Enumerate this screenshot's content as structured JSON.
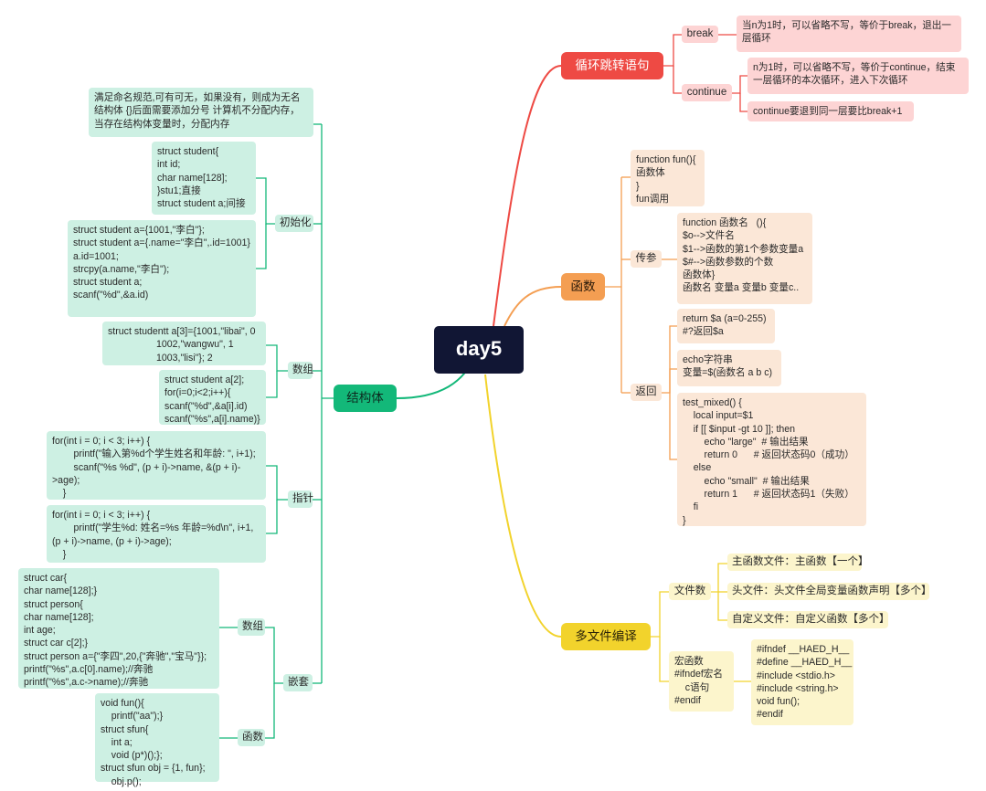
{
  "center": "day5",
  "branches": {
    "struct": {
      "title": "结构体",
      "top_note": "满足命名规范,可有可无，如果没有，则成为无名结构体    {}后面需要添加分号    计算机不分配内存，当存在结构体变量时，分配内存",
      "init": {
        "label": "初始化",
        "items": [
          "struct student{\nint id;\nchar name[128];\n}stu1;直接\nstruct student a;间接",
          "struct student a={1001,\"李白\"};\nstruct student a={.name=\"李白\",.id=1001}\na.id=1001;\nstrcpy(a.name,\"李白\");\nstruct student a;\nscanf(\"%d\",&a.id)"
        ]
      },
      "array": {
        "label": "数组",
        "items": [
          "struct studentt a[3]={1001,\"libai\", 0\n                  1002,\"wangwu\", 1\n                  1003,\"lisi\"}; 2",
          "struct student a[2];\nfor(i=0;i<2;i++){\nscanf(\"%d\",&a[i].id)\nscanf(\"%s\",a[i].name)}"
        ]
      },
      "pointer": {
        "label": "指针",
        "items": [
          "for(int i = 0; i < 3; i++) {\n        printf(\"输入第%d个学生姓名和年龄: \", i+1);\n        scanf(\"%s %d\", (p + i)->name, &(p + i)-\n>age);\n    }",
          "for(int i = 0; i < 3; i++) {\n        printf(\"学生%d: 姓名=%s 年龄=%d\\n\", i+1,\n(p + i)->name, (p + i)->age);\n    }"
        ]
      },
      "nested": {
        "label": "嵌套",
        "array": {
          "label": "数组",
          "item": "struct car{\nchar name[128];}\nstruct person{\nchar name[128];\nint age;\nstruct car c[2];}\nstruct person a={\"李四\",20,{\"奔驰\",\"宝马\"}};\nprintf(\"%s\",a.c[0].name);//奔驰\nprintf(\"%s\",a.c->name);//奔驰"
        },
        "func": {
          "label": "函数",
          "item": "void fun(){\n    printf(\"aa\");}\nstruct sfun{\n    int a;\n    void (p*)();};\nstruct sfun obj = {1, fun};\n    obj.p();"
        }
      }
    },
    "loop": {
      "title": "循环跳转语句",
      "break": {
        "label": "break",
        "note": "当n为1时，可以省略不写，等价于break，退出一层循环"
      },
      "continue": {
        "label": "continue",
        "notes": [
          "n为1时，可以省略不写，等价于continue，结束一层循环的本次循环，进入下次循环",
          "continue要退到同一层要比break+1"
        ]
      }
    },
    "func": {
      "title": "函数",
      "def": "function fun(){\n函数体\n}\nfun调用",
      "params": {
        "label": "传参",
        "item": "function 函数名   (){\n$o-->文件名\n$1-->函数的第1个参数变量a\n$#-->函数参数的个数\n函数体}\n函数名 变量a 变量b 变量c.."
      },
      "ret": {
        "label": "返回",
        "items": [
          "return $a (a=0-255)\n#?返回$a",
          "echo字符串\n变量=$(函数名 a b c)",
          "test_mixed() {\n    local input=$1\n    if [[ $input -gt 10 ]]; then\n        echo \"large\"  # 输出结果\n        return 0      # 返回状态码0（成功）\n    else\n        echo \"small\"  # 输出结果\n        return 1      # 返回状态码1（失败）\n    fi\n}"
        ]
      }
    },
    "multi": {
      "title": "多文件编译",
      "files": {
        "label": "文件数",
        "items": [
          "主函数文件：主函数【一个】",
          "头文件：头文件全局变量函数声明【多个】",
          "自定义文件：自定义函数【多个】"
        ]
      },
      "macro": {
        "label": "宏函数\n#ifndef宏名\n    c语句\n#endif",
        "item": "#ifndef __HAED_H__\n#define __HAED_H__\n#include <stdio.h>\n#include <string.h>\nvoid fun();\n#endif"
      }
    }
  },
  "colors": {
    "green": "#13b879",
    "green_light": "#cdf0e3",
    "red": "#ee4a44",
    "red_light": "#fdd4d4",
    "orange": "#f49e52",
    "orange_light": "#fbe7d7",
    "yellow": "#f2d32c",
    "yellow_light": "#fcf5cc",
    "center": "#111634"
  }
}
